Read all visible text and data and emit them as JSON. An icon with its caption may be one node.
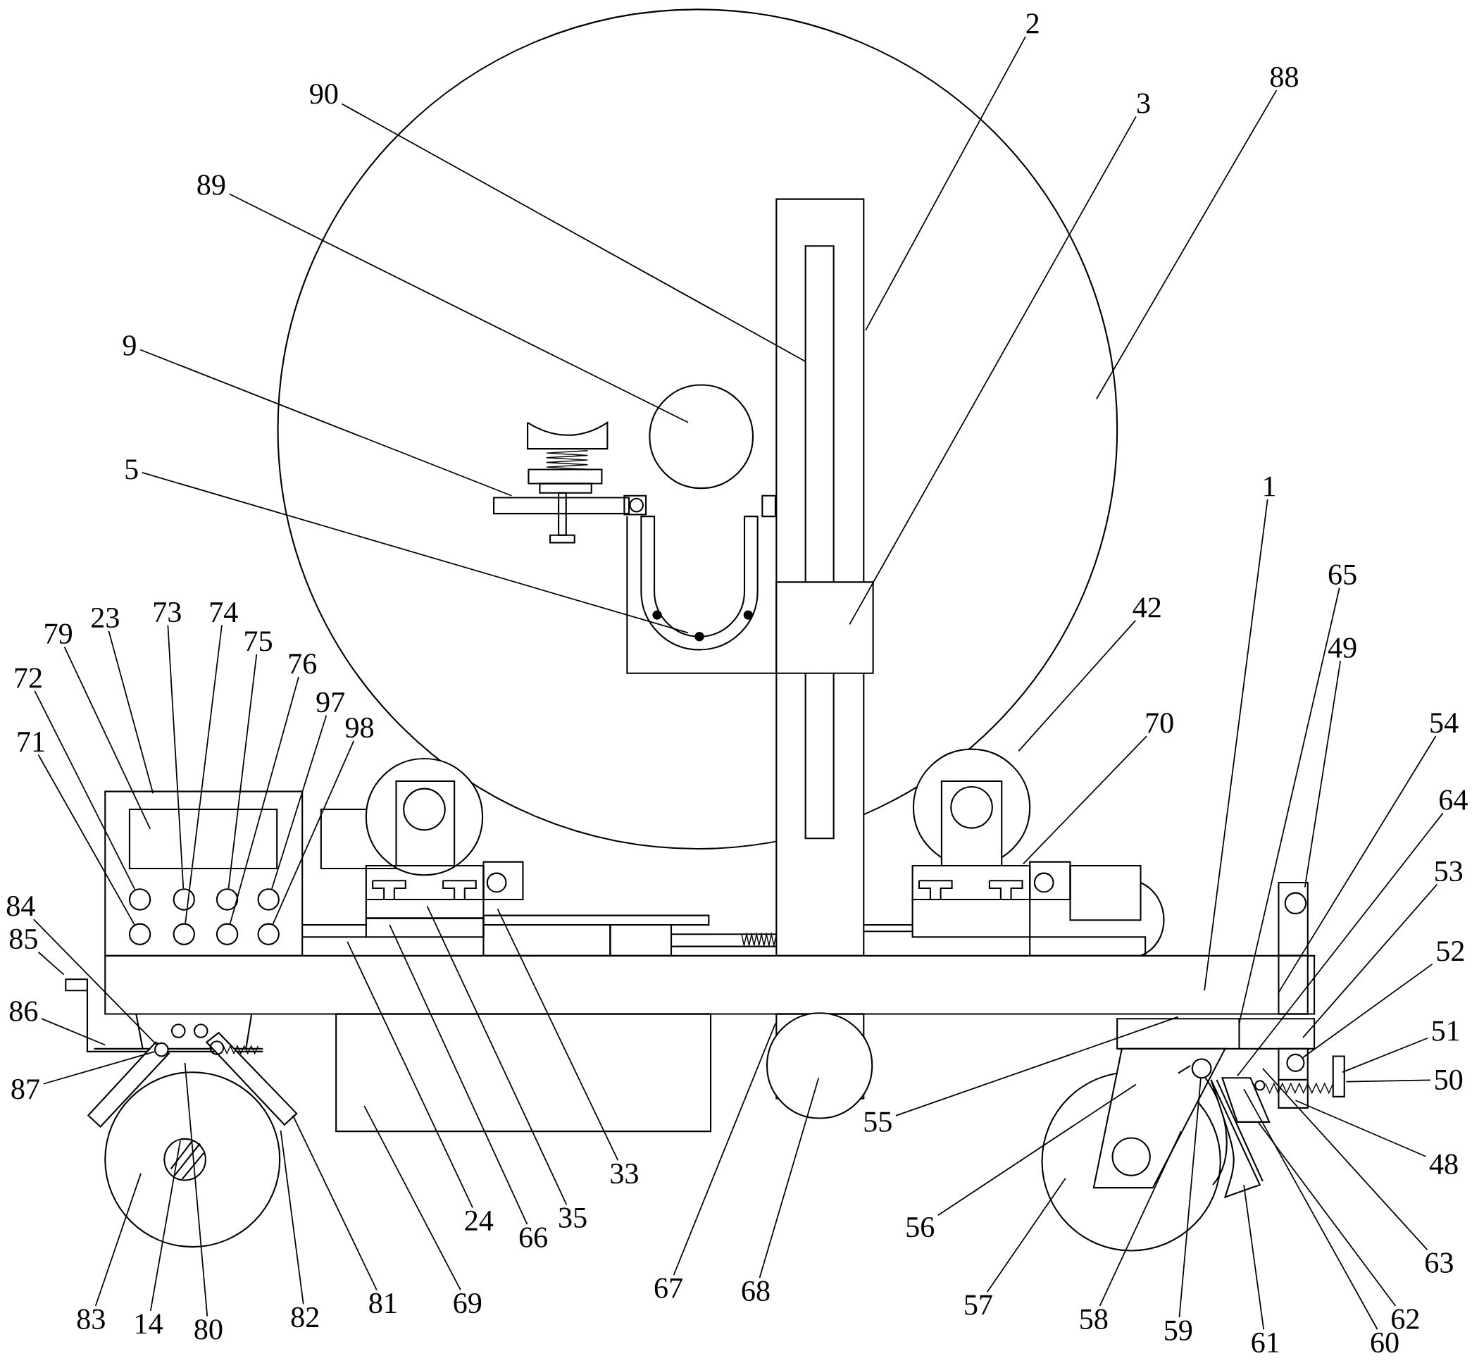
{
  "diagram": {
    "nodes": [
      {
        "text": [
          "2"
        ]
      },
      {
        "text": [
          "88"
        ]
      },
      {
        "text": [
          "90"
        ]
      },
      {
        "text": [
          "3"
        ]
      },
      {
        "text": [
          "89"
        ]
      },
      {
        "text": [
          "9"
        ]
      },
      {
        "text": [
          "5"
        ]
      },
      {
        "text": [
          "1"
        ]
      },
      {
        "text": [
          "65"
        ]
      },
      {
        "text": [
          "42"
        ]
      },
      {
        "text": [
          "23"
        ]
      },
      {
        "text": [
          "73"
        ]
      },
      {
        "text": [
          "74"
        ]
      },
      {
        "text": [
          "79"
        ]
      },
      {
        "text": [
          "75"
        ]
      },
      {
        "text": [
          "49"
        ]
      },
      {
        "text": [
          "76"
        ]
      },
      {
        "text": [
          "72"
        ]
      },
      {
        "text": [
          "97"
        ]
      },
      {
        "text": [
          "54"
        ]
      },
      {
        "text": [
          "70"
        ]
      },
      {
        "text": [
          "98"
        ]
      },
      {
        "text": [
          "71"
        ]
      },
      {
        "text": [
          "64"
        ]
      },
      {
        "text": [
          "53"
        ]
      },
      {
        "text": [
          "84"
        ]
      },
      {
        "text": [
          "52"
        ]
      },
      {
        "text": [
          "85"
        ]
      },
      {
        "text": [
          "86"
        ]
      },
      {
        "text": [
          "51"
        ]
      },
      {
        "text": [
          "50"
        ]
      },
      {
        "text": [
          "87"
        ]
      },
      {
        "text": [
          "55"
        ]
      },
      {
        "text": [
          "48"
        ]
      },
      {
        "text": [
          "33"
        ]
      },
      {
        "text": [
          "24"
        ]
      },
      {
        "text": [
          "35"
        ]
      },
      {
        "text": [
          "56"
        ]
      },
      {
        "text": [
          "66"
        ]
      },
      {
        "text": [
          "63"
        ]
      },
      {
        "text": [
          "67"
        ]
      },
      {
        "text": [
          "68"
        ]
      },
      {
        "text": [
          "57"
        ]
      },
      {
        "text": [
          "69"
        ]
      },
      {
        "text": [
          "81"
        ]
      },
      {
        "text": [
          "83"
        ]
      },
      {
        "text": [
          "82"
        ]
      },
      {
        "text": [
          "58"
        ]
      },
      {
        "text": [
          "62"
        ]
      },
      {
        "text": [
          "14"
        ]
      },
      {
        "text": [
          "59"
        ]
      },
      {
        "text": [
          "80"
        ]
      },
      {
        "text": [
          "61"
        ]
      },
      {
        "text": [
          "60"
        ]
      },
      {
        "text": [],
        "shape": "circle"
      },
      {
        "text": [],
        "shape": "circle"
      },
      {
        "text": [],
        "shape": "circle"
      },
      {
        "text": [],
        "shape": "circle"
      },
      {
        "text": [],
        "shape": "circle"
      },
      {
        "text": [],
        "shape": "circle"
      },
      {
        "text": [],
        "shape": "circle"
      },
      {
        "text": [],
        "shape": "circle"
      },
      {
        "text": [],
        "shape": "circle"
      },
      {
        "text": [],
        "shape": "circle"
      },
      {
        "text": [],
        "shape": "circle"
      }
    ],
    "edges": [
      {
        "from": 0,
        "to": null,
        "arrow": "none"
      },
      {
        "from": 1,
        "to": null,
        "arrow": "none"
      },
      {
        "from": 2,
        "to": null,
        "arrow": "none"
      },
      {
        "from": 3,
        "to": null,
        "arrow": "none"
      },
      {
        "from": 4,
        "to": null,
        "arrow": "none"
      },
      {
        "from": 5,
        "to": null,
        "arrow": "none"
      },
      {
        "from": 6,
        "to": null,
        "arrow": "none"
      },
      {
        "from": 7,
        "to": null,
        "arrow": "none"
      },
      {
        "from": 8,
        "to": null,
        "arrow": "none"
      },
      {
        "from": 9,
        "to": null,
        "arrow": "none"
      },
      {
        "from": 10,
        "to": null,
        "arrow": "none"
      },
      {
        "from": 11,
        "to": 55,
        "arrow": "none"
      },
      {
        "from": 12,
        "to": 59,
        "arrow": "none"
      },
      {
        "from": 13,
        "to": null,
        "arrow": "none"
      },
      {
        "from": 14,
        "to": 56,
        "arrow": "none"
      },
      {
        "from": 15,
        "to": null,
        "arrow": "none"
      },
      {
        "from": 16,
        "to": 60,
        "arrow": "none"
      },
      {
        "from": 17,
        "to": 54,
        "arrow": "none"
      },
      {
        "from": 18,
        "to": 57,
        "arrow": "none"
      },
      {
        "from": 19,
        "to": null,
        "arrow": "none"
      },
      {
        "from": 20,
        "to": null,
        "arrow": "none"
      },
      {
        "from": 21,
        "to": 61,
        "arrow": "none"
      },
      {
        "from": 22,
        "to": 58,
        "arrow": "none"
      },
      {
        "from": 23,
        "to": null,
        "arrow": "none"
      },
      {
        "from": 24,
        "to": null,
        "arrow": "none"
      },
      {
        "from": 25,
        "to": 62,
        "arrow": "none"
      },
      {
        "from": 26,
        "to": 63,
        "arrow": "none"
      },
      {
        "from": 27,
        "to": null,
        "arrow": "none"
      },
      {
        "from": 28,
        "to": null,
        "arrow": "none"
      },
      {
        "from": 29,
        "to": null,
        "arrow": "none"
      },
      {
        "from": 30,
        "to": null,
        "arrow": "none"
      },
      {
        "from": 31,
        "to": 62,
        "arrow": "none"
      },
      {
        "from": 32,
        "to": null,
        "arrow": "none"
      },
      {
        "from": 33,
        "to": null,
        "arrow": "none"
      },
      {
        "from": 34,
        "to": null,
        "arrow": "none"
      },
      {
        "from": 35,
        "to": null,
        "arrow": "none"
      },
      {
        "from": 36,
        "to": null,
        "arrow": "none"
      },
      {
        "from": 37,
        "to": null,
        "arrow": "none"
      },
      {
        "from": 38,
        "to": null,
        "arrow": "none"
      },
      {
        "from": 39,
        "to": null,
        "arrow": "none"
      },
      {
        "from": 40,
        "to": null,
        "arrow": "none"
      },
      {
        "from": 41,
        "to": null,
        "arrow": "none"
      },
      {
        "from": 42,
        "to": null,
        "arrow": "none"
      },
      {
        "from": 43,
        "to": null,
        "arrow": "none"
      },
      {
        "from": 44,
        "to": null,
        "arrow": "none"
      },
      {
        "from": 45,
        "to": null,
        "arrow": "none"
      },
      {
        "from": 46,
        "to": null,
        "arrow": "none"
      },
      {
        "from": 47,
        "to": null,
        "arrow": "none"
      },
      {
        "from": 48,
        "to": null,
        "arrow": "none"
      },
      {
        "from": 49,
        "to": null,
        "arrow": "none"
      },
      {
        "from": 50,
        "to": 64,
        "arrow": "none"
      },
      {
        "from": 51,
        "to": null,
        "arrow": "none"
      },
      {
        "from": 52,
        "to": null,
        "arrow": "none"
      },
      {
        "from": 53,
        "to": null,
        "arrow": "none"
      }
    ]
  }
}
